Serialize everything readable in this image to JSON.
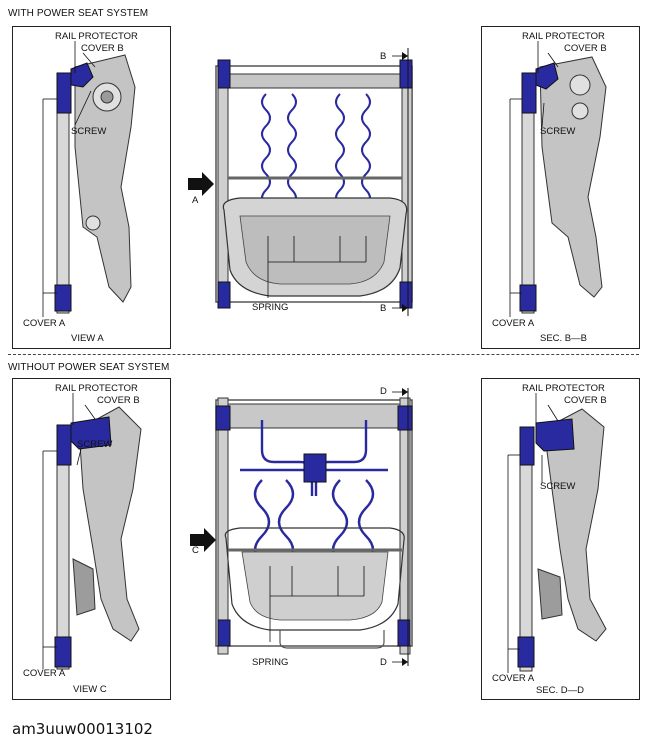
{
  "top_section": {
    "title": "WITH POWER SEAT SYSTEM",
    "view_left": {
      "rail_protector": "RAIL PROTECTOR",
      "cover_b": "COVER B",
      "screw": "SCREW",
      "cover_a": "COVER A",
      "caption": "VIEW A"
    },
    "center": {
      "arrow_label": "A",
      "section_top": "B",
      "section_bottom": "B",
      "spring": "SPRING"
    },
    "view_right": {
      "rail_protector": "RAIL PROTECTOR",
      "cover_b": "COVER B",
      "screw": "SCREW",
      "cover_a": "COVER A",
      "caption": "SEC. B—B"
    }
  },
  "bottom_section": {
    "title": "WITHOUT POWER SEAT SYSTEM",
    "view_left": {
      "rail_protector": "RAIL PROTECTOR",
      "cover_b": "COVER B",
      "screw": "SCREW",
      "cover_a": "COVER A",
      "caption": "VIEW C"
    },
    "center": {
      "arrow_label": "C",
      "section_top": "D",
      "section_bottom": "D",
      "spring": "SPRING"
    },
    "view_right": {
      "rail_protector": "RAIL PROTECTOR",
      "cover_b": "COVER B",
      "screw": "SCREW",
      "cover_a": "COVER A",
      "caption": "SEC. D—D"
    }
  },
  "doc_id": "am3uuw00013102",
  "colors": {
    "part_highlight": "#2a2aa0",
    "frame_grey": "#b4b4b4",
    "outline": "#222222"
  }
}
